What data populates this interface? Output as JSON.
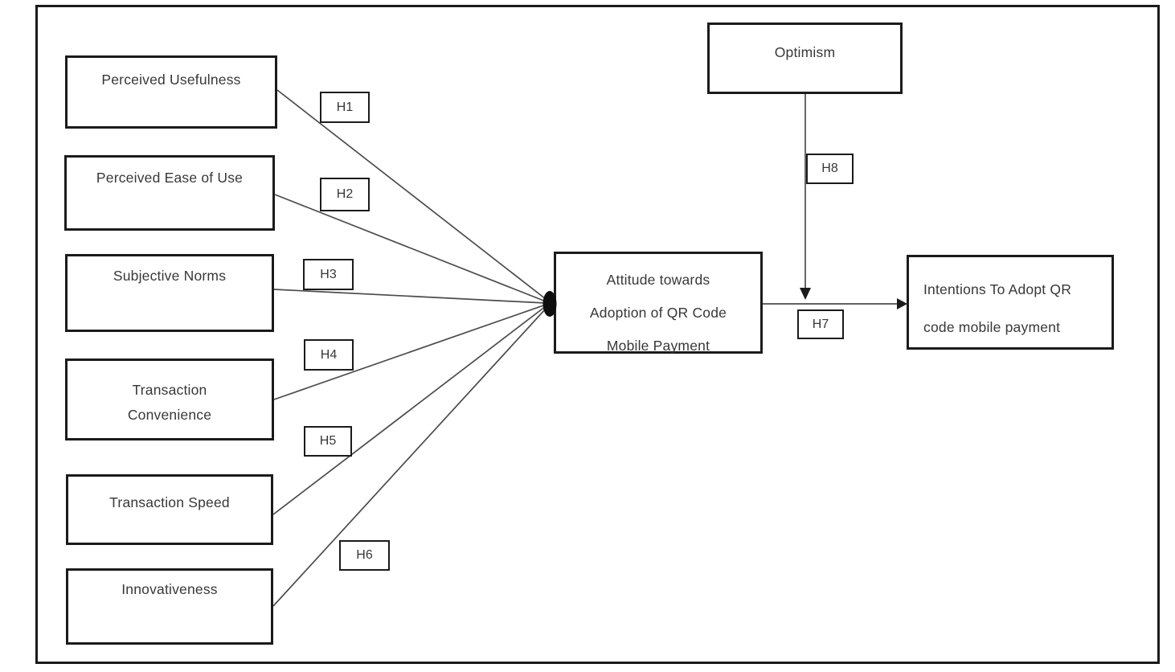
{
  "figure": {
    "type": "research-model-diagram",
    "background_color": "#ffffff",
    "frame_color": "#1b1b1b",
    "connector_color": "#4c4c4c",
    "text_color": "#383838"
  },
  "nodes": {
    "perceived_usefulness": {
      "label": "Perceived Usefulness"
    },
    "perceived_ease_of_use": {
      "label": "Perceived Ease of Use"
    },
    "subjective_norms": {
      "label": "Subjective Norms"
    },
    "transaction_convenience": {
      "line1": "Transaction",
      "line2": "Convenience"
    },
    "transaction_speed": {
      "label": "Transaction Speed"
    },
    "innovativeness": {
      "label": "Innovativeness"
    },
    "attitude": {
      "line1": "Attitude towards",
      "line2": "Adoption of QR Code",
      "line3": "Mobile Payment"
    },
    "optimism": {
      "label": "Optimism"
    },
    "intentions": {
      "line1": "Intentions To Adopt QR",
      "line2": "code mobile payment"
    }
  },
  "hypotheses": {
    "h1": "H1",
    "h2": "H2",
    "h3": "H3",
    "h4": "H4",
    "h5": "H5",
    "h6": "H6",
    "h7": "H7",
    "h8": "H8"
  }
}
